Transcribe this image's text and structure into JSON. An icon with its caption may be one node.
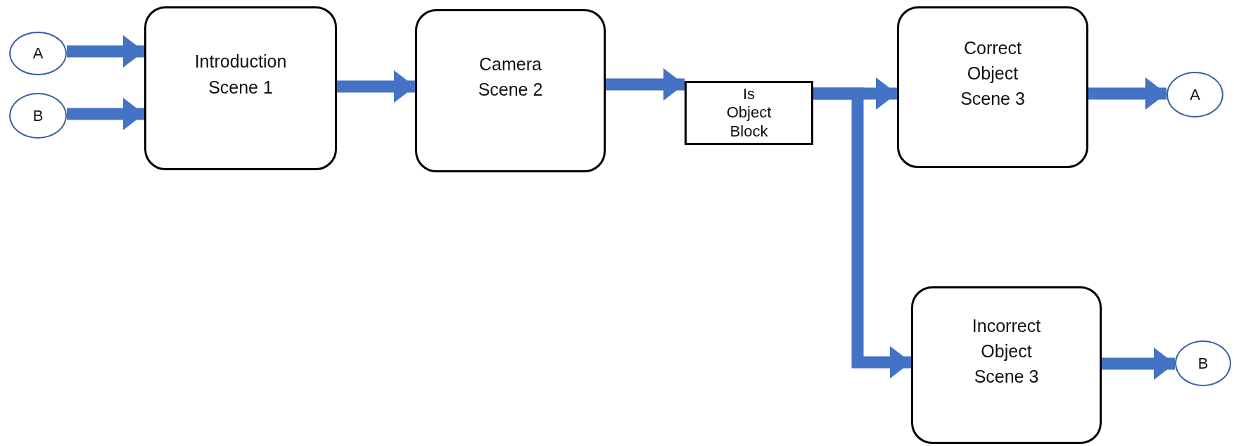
{
  "diagram": {
    "nodes": [
      {
        "text": [
          "A"
        ]
      },
      {
        "text": [
          "B"
        ]
      },
      {
        "text": [
          "Introduction Scene 1"
        ]
      },
      {
        "text": [
          "Camera Scene 2"
        ]
      },
      {
        "text": [
          "Is Object Block"
        ]
      },
      {
        "text": [
          "Correct Object Scene 3"
        ]
      },
      {
        "text": [
          "A"
        ]
      },
      {
        "text": [
          "Incorrect Object Scene 3"
        ]
      },
      {
        "text": [
          "B"
        ]
      }
    ],
    "edges": [
      {
        "from": 0,
        "to": 2,
        "arrow": "to"
      },
      {
        "from": 1,
        "to": 2,
        "arrow": "to"
      },
      {
        "from": 2,
        "to": 3,
        "arrow": "to"
      },
      {
        "from": 3,
        "to": 4,
        "arrow": "to"
      },
      {
        "from": 4,
        "to": 5,
        "arrow": "to"
      },
      {
        "from": 4,
        "to": 7,
        "arrow": "to"
      },
      {
        "from": 5,
        "to": 6,
        "arrow": "to"
      },
      {
        "from": 7,
        "to": 8,
        "arrow": "to"
      }
    ]
  }
}
